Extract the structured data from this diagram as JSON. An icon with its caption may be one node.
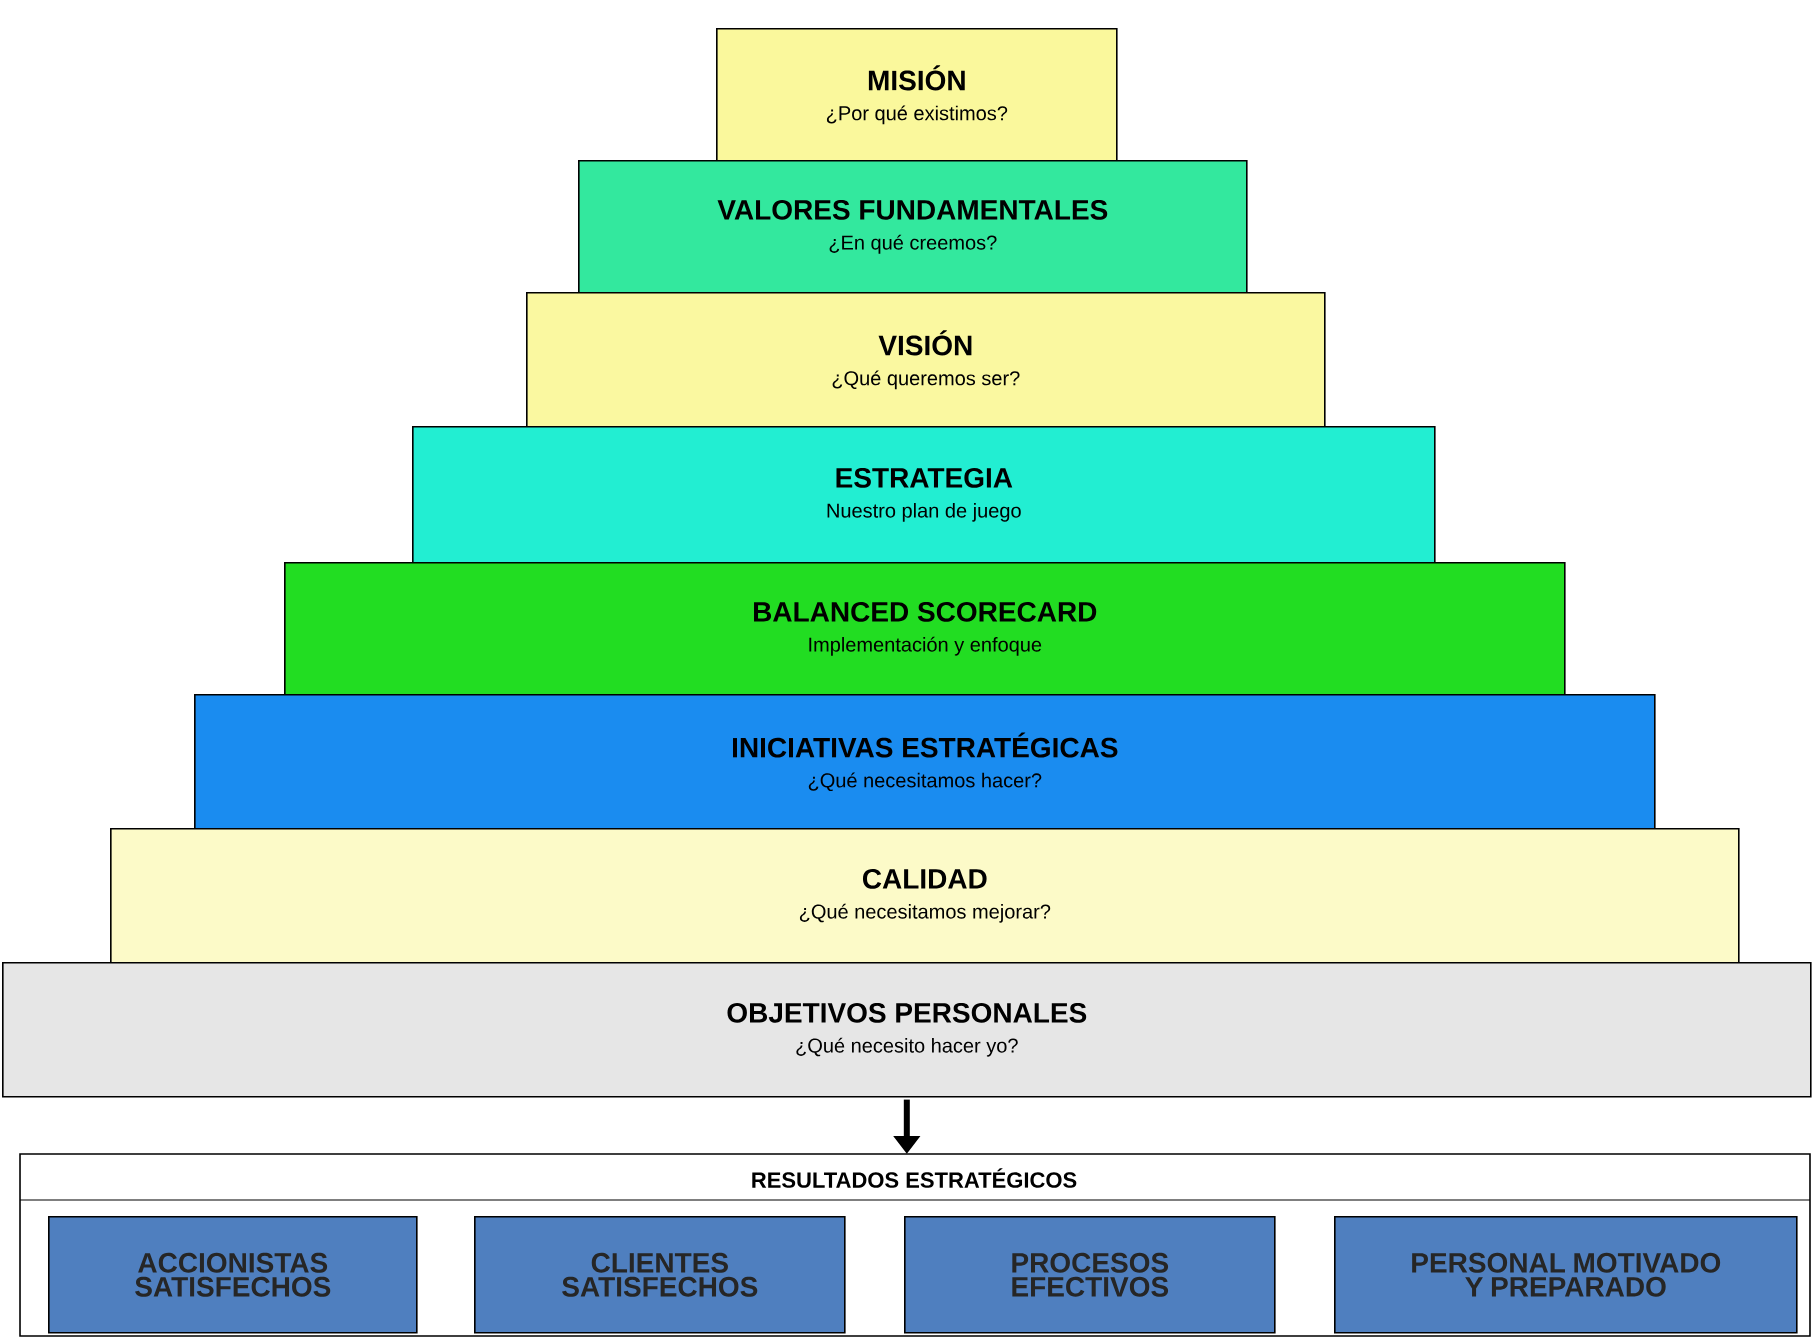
{
  "diagram": {
    "nodes": [
      {
        "text": [
          "MISIÓN",
          "¿Por qué existimos?"
        ]
      },
      {
        "text": [
          "VALORES FUNDAMENTALES",
          "¿En qué creemos?"
        ]
      },
      {
        "text": [
          "VISIÓN",
          "¿Qué queremos ser?"
        ]
      },
      {
        "text": [
          "ESTRATEGIA",
          "Nuestro plan de juego"
        ]
      },
      {
        "text": [
          "BALANCED SCORECARD",
          "Implementación y enfoque"
        ]
      },
      {
        "text": [
          "INICIATIVAS ESTRATÉGICAS",
          "¿Qué necesitamos hacer?"
        ]
      },
      {
        "text": [
          "CALIDAD",
          "¿Qué necesitamos mejorar?"
        ]
      },
      {
        "text": [
          "OBJETIVOS PERSONALES",
          "¿Qué necesito hacer  yo?"
        ]
      },
      {
        "text": [
          "RESULTADOS ESTRATÉGICOS"
        ]
      },
      {
        "text": [
          "ACCIONISTAS SATISFECHOS"
        ],
        "in": 8
      },
      {
        "text": [
          "CLIENTES SATISFECHOS"
        ],
        "in": 8
      },
      {
        "text": [
          "PROCESOS EFECTIVOS"
        ],
        "in": 8
      },
      {
        "text": [
          "PERSONAL MOTIVADO Y PREPARADO"
        ],
        "in": 8
      }
    ],
    "edges": [
      {
        "from": 7,
        "to": 8,
        "arrow": "to"
      }
    ]
  }
}
